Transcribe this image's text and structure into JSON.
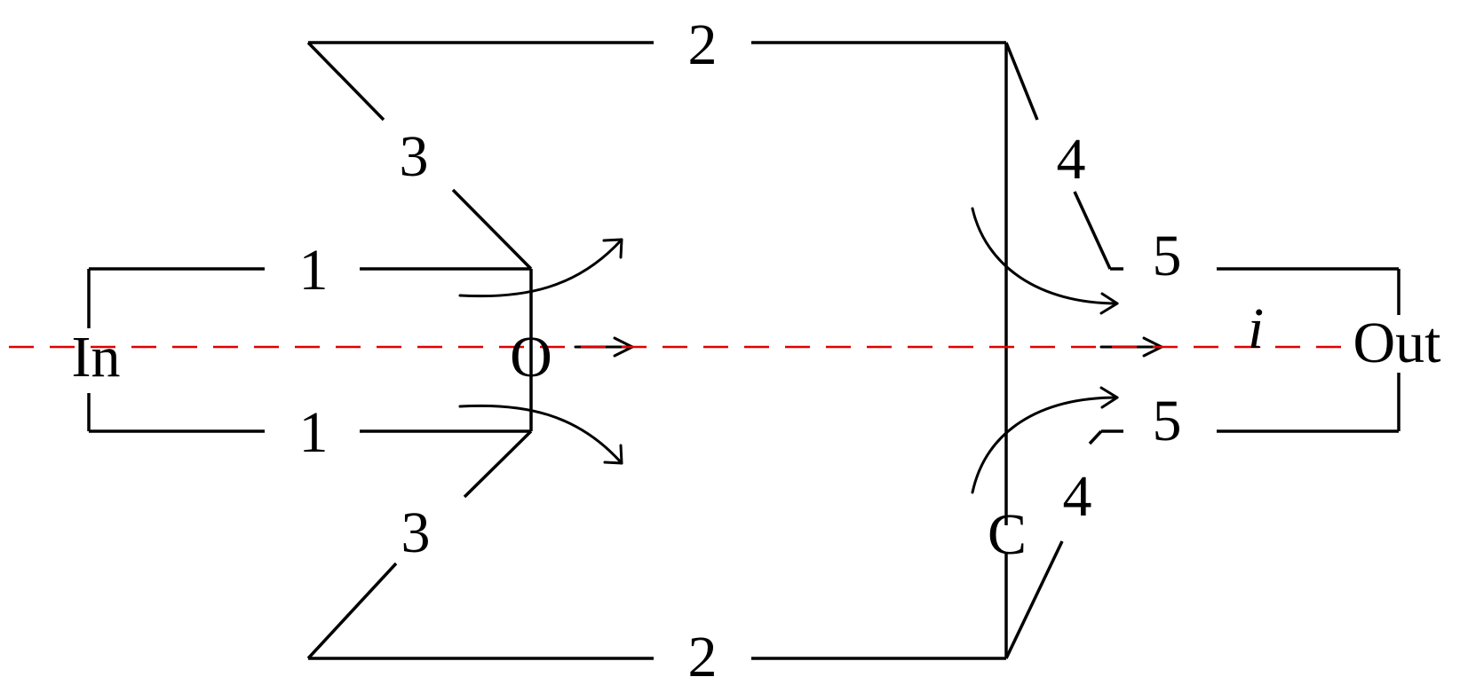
{
  "labels": {
    "input": "In",
    "output": "Out",
    "origin": "O",
    "point_c": "C",
    "current": "i",
    "seg_1": "1",
    "seg_2": "2",
    "seg_3": "3",
    "seg_4": "4",
    "seg_5": "5"
  },
  "colors": {
    "lines": "#000000",
    "axis": "#e00000",
    "background": "#ffffff"
  }
}
